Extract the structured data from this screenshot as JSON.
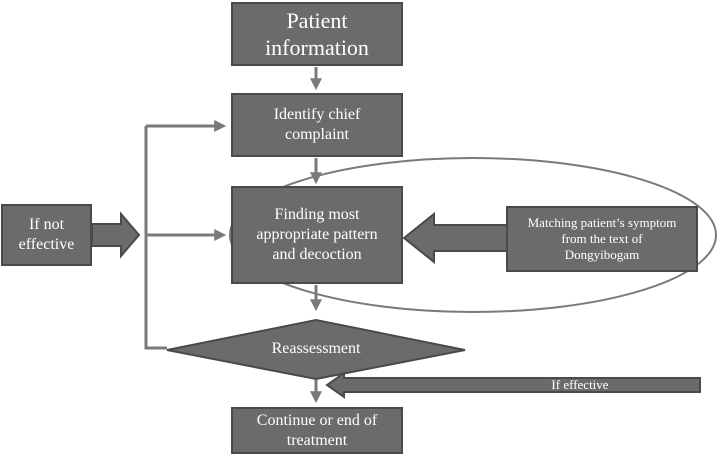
{
  "nodes": {
    "patient_information": {
      "lines": [
        "Patient",
        "information"
      ]
    },
    "identify_chief_complaint": {
      "lines": [
        "Identify chief",
        "complaint"
      ]
    },
    "finding_pattern": {
      "lines": [
        "Finding most",
        "appropriate pattern",
        "and decoction"
      ]
    },
    "matching_symptom": {
      "lines": [
        "Matching patient’s symptom",
        "from the text of",
        "Dongyibogam"
      ]
    },
    "if_not_effective": {
      "lines": [
        "If not",
        "effective"
      ]
    },
    "reassessment": {
      "label": "Reassessment"
    },
    "continue_or_end": {
      "lines": [
        "Continue or end of",
        "treatment"
      ]
    },
    "if_effective": {
      "label": "If effective"
    }
  },
  "colors": {
    "box_fill": "#6b6b6b",
    "box_border": "#4a4a4a",
    "arrow": "#7a7a7a",
    "text": "#ffffff"
  }
}
